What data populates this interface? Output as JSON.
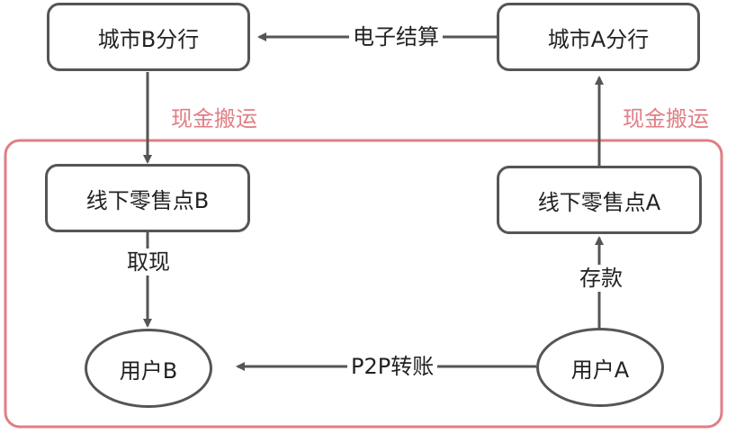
{
  "colors": {
    "node_border": "#555555",
    "edge": "#555555",
    "region": "#e07e85"
  },
  "nodes": {
    "bank_b": "城市B分行",
    "bank_a": "城市A分行",
    "retail_b": "线下零售点B",
    "retail_a": "线下零售点A",
    "user_b": "用户B",
    "user_a": "用户A"
  },
  "edges": {
    "electronic_settlement": "电子结算",
    "withdraw": "取现",
    "deposit": "存款",
    "p2p_transfer": "P2P转账"
  },
  "annotations": {
    "cash_transport_left": "现金搬运",
    "cash_transport_right": "现金搬运"
  }
}
